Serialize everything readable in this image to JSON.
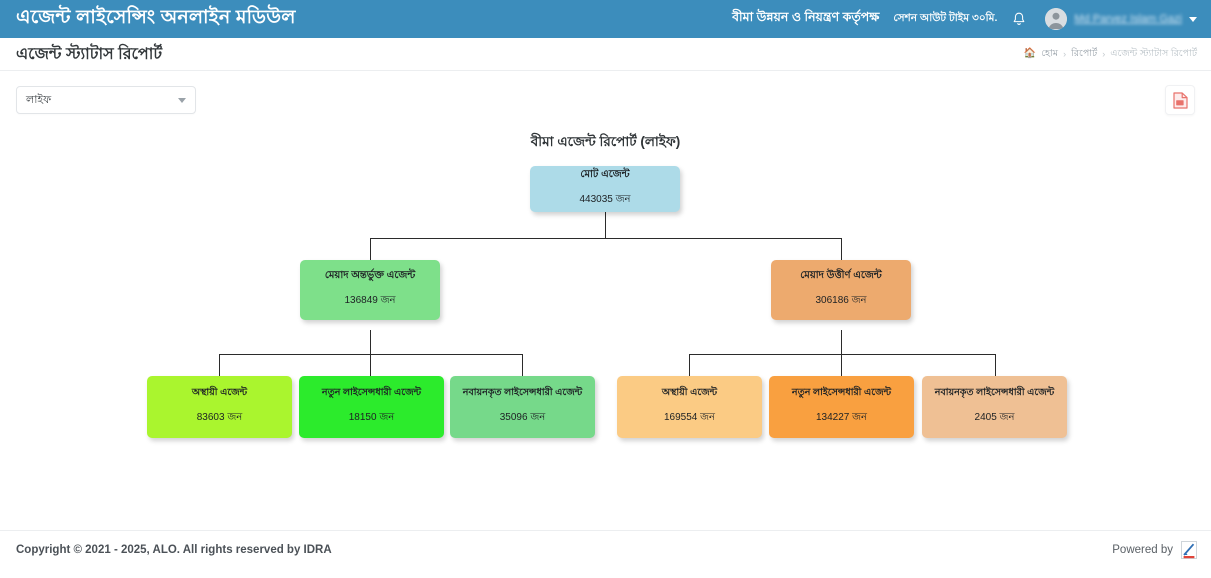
{
  "navbar": {
    "brand": "এজেন্ট লাইসেন্সিং অনলাইন মডিউল",
    "organization": "বীমা উন্নয়ন ও নিয়ন্ত্রণ কর্তৃপক্ষ",
    "session_text": "সেশন আউট টাইম ৩০মি.",
    "bell_icon": "bell-icon",
    "avatar_icon": "user-avatar-icon",
    "user_name": "Md Parvez Islam Gazi",
    "caret_icon": "chevron-down-icon",
    "background_color": "#3c8dbc"
  },
  "content_header": {
    "page_title": "এজেন্ট স্ট্যাটাস রিপোর্ট",
    "breadcrumb": {
      "home_icon": "home-icon",
      "items": [
        {
          "label": "হোম",
          "active": false
        },
        {
          "label": "রিপোর্ট",
          "active": false
        },
        {
          "label": "এজেন্ট স্ট্যাটাস রিপোর্ট",
          "active": true
        }
      ],
      "separator": "›"
    }
  },
  "toolbar": {
    "insurance_type_select": {
      "selected": "লাইফ",
      "caret_icon": "chevron-down-icon"
    },
    "export_button": {
      "icon": "pdf-export-icon",
      "icon_color": "#e8726b"
    }
  },
  "chart_data": {
    "type": "tree",
    "title": "বীমা এজেন্ট রিপোর্ট (লাইফ)",
    "unit_suffix": "জন",
    "nodes": [
      {
        "id": "root",
        "label": "মোট এজেন্ট",
        "value": "443035",
        "value_text": "443035 জন",
        "color": "#addbe8",
        "level": 0
      },
      {
        "id": "active",
        "label": "মেয়াদ অন্তর্ভুক্ত এজেন্ট",
        "value": "136849",
        "value_text": "136849 জন",
        "color": "#7ee08a",
        "level": 1
      },
      {
        "id": "expired",
        "label": "মেয়াদ উত্তীর্ণ এজেন্ট",
        "value": "306186",
        "value_text": "306186 জন",
        "color": "#edaa6e",
        "level": 1
      },
      {
        "id": "active-temp",
        "label": "অস্থায়ী এজেন্ট",
        "value": "83603",
        "value_text": "83603 জন",
        "color": "#aaf52e",
        "level": 2
      },
      {
        "id": "active-new",
        "label": "নতুন লাইসেন্সধারী এজেন্ট",
        "value": "18150",
        "value_text": "18150 জন",
        "color": "#2ceb2c",
        "level": 2
      },
      {
        "id": "active-renew",
        "label": "নবায়নকৃত লাইসেন্সধারী এজেন্ট",
        "value": "35096",
        "value_text": "35096 জন",
        "color": "#76d98a",
        "level": 2
      },
      {
        "id": "expired-temp",
        "label": "অস্থায়ী এজেন্ট",
        "value": "169554",
        "value_text": "169554 জন",
        "color": "#fbcb84",
        "level": 2
      },
      {
        "id": "expired-new",
        "label": "নতুন লাইসেন্সধারী এজেন্ট",
        "value": "134227",
        "value_text": "134227 জন",
        "color": "#f9a040",
        "level": 2
      },
      {
        "id": "expired-renew",
        "label": "নবায়নকৃত লাইসেন্সধারী এজেন্ট",
        "value": "2405",
        "value_text": "2405 জন",
        "color": "#efc094",
        "level": 2
      }
    ]
  },
  "footer": {
    "copyright": "Copyright © 2021 - 2025, ALO. All rights reserved by IDRA",
    "powered_by": "Powered by",
    "powered_logo_icon": "vendor-logo-icon"
  }
}
